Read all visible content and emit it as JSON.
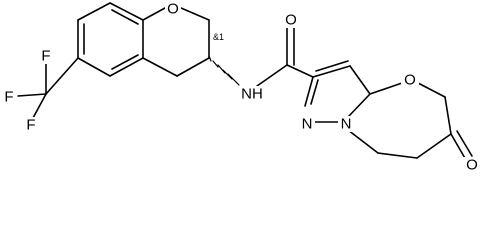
{
  "structure": {
    "atoms": {
      "o_ring_chroman": "O",
      "f_top": "F",
      "f_left": "F",
      "f_bottom": "F",
      "nh_amide": "NH",
      "o_carbonyl_amide": "O",
      "n_pyrazole": "N",
      "n_bridgehead": "N",
      "o_ring_oxazepine": "O",
      "o_ketone": "O"
    },
    "stereo_annotation": "&1",
    "colors": {
      "bond": "#000000",
      "text": "#000000",
      "background": "#ffffff"
    }
  }
}
